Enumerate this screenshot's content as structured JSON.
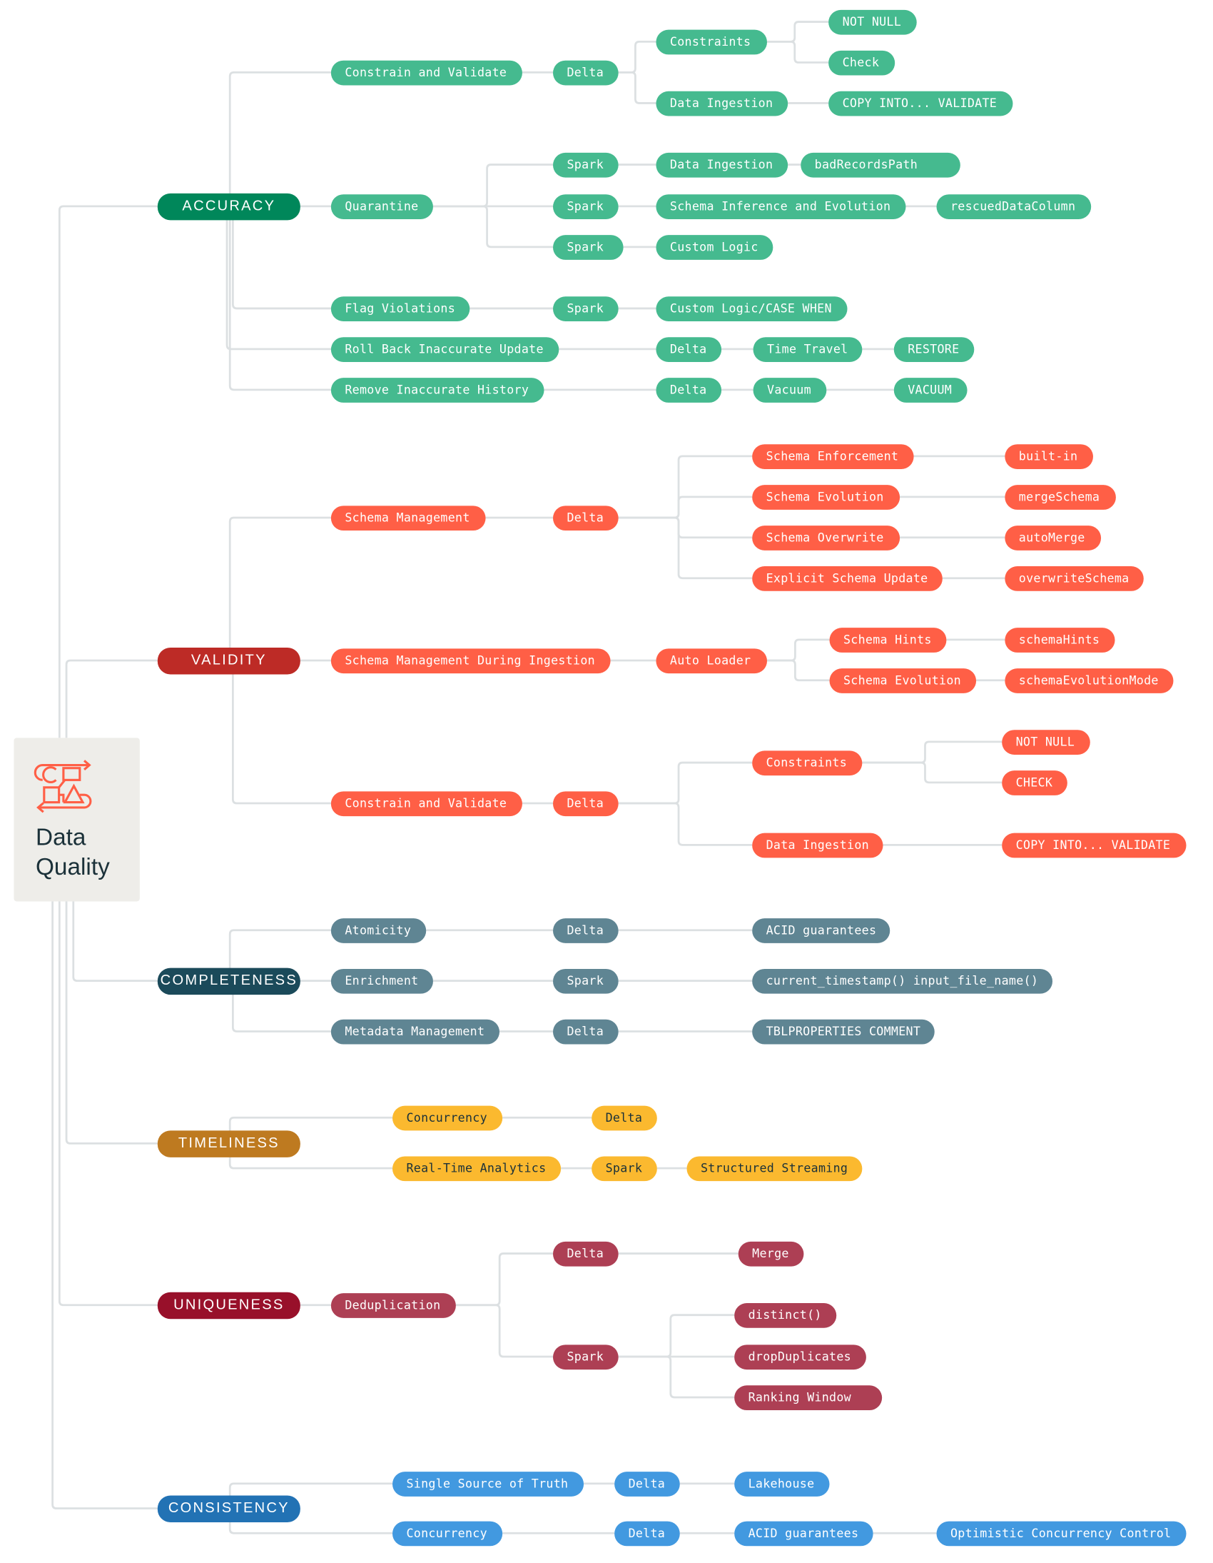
{
  "title": "Data Quality",
  "icon": "data-flow-shapes-icon",
  "connector_color": "#DCE0E2",
  "sections": [
    {
      "label": "ACCURACY",
      "dark": "#00875A",
      "light": "#45BA8F",
      "text": "#FFFFFF",
      "children": [
        {
          "label": "Constrain and Validate",
          "children": [
            {
              "label": "Delta",
              "children": [
                {
                  "label": "Constraints",
                  "children": [
                    {
                      "label": "NOT NULL"
                    },
                    {
                      "label": "Check"
                    }
                  ]
                },
                {
                  "label": "Data Ingestion",
                  "children": [
                    {
                      "label": "COPY INTO... VALIDATE"
                    }
                  ]
                }
              ]
            }
          ]
        },
        {
          "label": "Quarantine",
          "children": [
            {
              "label": "Spark",
              "children": [
                {
                  "label": "Data Ingestion",
                  "children": [
                    {
                      "label": "badRecordsPath"
                    }
                  ]
                }
              ]
            },
            {
              "label": "Spark",
              "children": [
                {
                  "label": "Schema Inference and Evolution",
                  "children": [
                    {
                      "label": "rescuedDataColumn"
                    }
                  ]
                }
              ]
            },
            {
              "label": "Spark",
              "children": [
                {
                  "label": "Custom Logic"
                }
              ]
            }
          ]
        },
        {
          "label": "Flag Violations",
          "children": [
            {
              "label": "Spark",
              "children": [
                {
                  "label": "Custom Logic/CASE WHEN"
                }
              ]
            }
          ]
        },
        {
          "label": "Roll Back Inaccurate Update",
          "children": [
            {
              "label": "Delta",
              "children": [
                {
                  "label": "Time Travel",
                  "children": [
                    {
                      "label": "RESTORE"
                    }
                  ]
                }
              ]
            }
          ]
        },
        {
          "label": "Remove Inaccurate History",
          "children": [
            {
              "label": "Delta",
              "children": [
                {
                  "label": "Vacuum",
                  "children": [
                    {
                      "label": "VACUUM"
                    }
                  ]
                }
              ]
            }
          ]
        }
      ]
    },
    {
      "label": "VALIDITY",
      "dark": "#BD2B26",
      "light": "#FF5F46",
      "text": "#FFFFFF",
      "children": [
        {
          "label": "Schema Management",
          "children": [
            {
              "label": "Delta",
              "children": [
                {
                  "label": "Schema Enforcement",
                  "children": [
                    {
                      "label": "built-in"
                    }
                  ]
                },
                {
                  "label": "Schema Evolution",
                  "children": [
                    {
                      "label": "mergeSchema"
                    }
                  ]
                },
                {
                  "label": "Schema Overwrite",
                  "children": [
                    {
                      "label": "autoMerge"
                    }
                  ]
                },
                {
                  "label": "Explicit Schema Update",
                  "children": [
                    {
                      "label": "overwriteSchema"
                    }
                  ]
                }
              ]
            }
          ]
        },
        {
          "label": "Schema Management During Ingestion",
          "children": [
            {
              "label": "Auto Loader",
              "children": [
                {
                  "label": "Schema Hints",
                  "children": [
                    {
                      "label": "schemaHints"
                    }
                  ]
                },
                {
                  "label": "Schema Evolution",
                  "children": [
                    {
                      "label": "schemaEvolutionMode"
                    }
                  ]
                }
              ]
            }
          ]
        },
        {
          "label": "Constrain and Validate",
          "children": [
            {
              "label": "Delta",
              "children": [
                {
                  "label": "Constraints",
                  "children": [
                    {
                      "label": "NOT NULL"
                    },
                    {
                      "label": "CHECK"
                    }
                  ]
                },
                {
                  "label": "Data Ingestion",
                  "children": [
                    {
                      "label": "COPY INTO... VALIDATE"
                    }
                  ]
                }
              ]
            }
          ]
        }
      ]
    },
    {
      "label": "COMPLETENESS",
      "dark": "#1B4A5A",
      "light": "#5F8593",
      "text": "#FFFFFF",
      "children": [
        {
          "label": "Atomicity",
          "children": [
            {
              "label": "Delta",
              "children": [
                {
                  "label": "ACID guarantees"
                }
              ]
            }
          ]
        },
        {
          "label": "Enrichment",
          "children": [
            {
              "label": "Spark",
              "children": [
                {
                  "label": "current_timestamp() input_file_name()"
                }
              ]
            }
          ]
        },
        {
          "label": "Metadata Management",
          "children": [
            {
              "label": "Delta",
              "children": [
                {
                  "label": "TBLPROPERTIES COMMENT"
                }
              ]
            }
          ]
        }
      ]
    },
    {
      "label": "TIMELINESS",
      "dark": "#BE7A20",
      "light": "#FBB92F",
      "text": "#1B3139",
      "children": [
        {
          "label": "Concurrency",
          "children": [
            {
              "label": "Delta"
            }
          ]
        },
        {
          "label": "Real-Time Analytics",
          "children": [
            {
              "label": "Spark",
              "children": [
                {
                  "label": "Structured Streaming"
                }
              ]
            }
          ]
        }
      ]
    },
    {
      "label": "UNIQUENESS",
      "dark": "#98102A",
      "light": "#AD3F54",
      "text": "#FFFFFF",
      "children": [
        {
          "label": "Deduplication",
          "children": [
            {
              "label": "Delta",
              "children": [
                {
                  "label": "Merge"
                }
              ]
            },
            {
              "label": "Spark",
              "children": [
                {
                  "label": "distinct()"
                },
                {
                  "label": "dropDuplicates"
                },
                {
                  "label": "Ranking Window"
                }
              ]
            }
          ]
        }
      ]
    },
    {
      "label": "CONSISTENCY",
      "dark": "#2272B4",
      "light": "#4299E0",
      "text": "#FFFFFF",
      "children": [
        {
          "label": "Single Source of Truth",
          "children": [
            {
              "label": "Delta",
              "children": [
                {
                  "label": "Lakehouse"
                }
              ]
            }
          ]
        },
        {
          "label": "Concurrency",
          "children": [
            {
              "label": "Delta",
              "children": [
                {
                  "label": "ACID guarantees",
                  "children": [
                    {
                      "label": "Optimistic Concurrency Control"
                    }
                  ]
                }
              ]
            }
          ]
        }
      ]
    }
  ]
}
